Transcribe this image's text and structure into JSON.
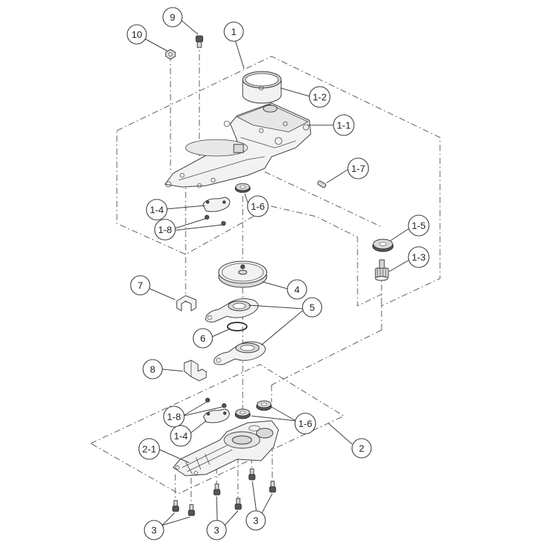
{
  "callouts": [
    {
      "id": "c1",
      "label": "1"
    },
    {
      "id": "c1-1",
      "label": "1-1"
    },
    {
      "id": "c1-2",
      "label": "1-2"
    },
    {
      "id": "c1-3",
      "label": "1-3"
    },
    {
      "id": "c1-4a",
      "label": "1-4"
    },
    {
      "id": "c1-4b",
      "label": "1-4"
    },
    {
      "id": "c1-5",
      "label": "1-5"
    },
    {
      "id": "c1-6a",
      "label": "1-6"
    },
    {
      "id": "c1-6b",
      "label": "1-6"
    },
    {
      "id": "c1-7",
      "label": "1-7"
    },
    {
      "id": "c1-8a",
      "label": "1-8"
    },
    {
      "id": "c1-8b",
      "label": "1-8"
    },
    {
      "id": "c2",
      "label": "2"
    },
    {
      "id": "c2-1",
      "label": "2-1"
    },
    {
      "id": "c3a",
      "label": "3"
    },
    {
      "id": "c3b",
      "label": "3"
    },
    {
      "id": "c3c",
      "label": "3"
    },
    {
      "id": "c4",
      "label": "4"
    },
    {
      "id": "c5",
      "label": "5"
    },
    {
      "id": "c6",
      "label": "6"
    },
    {
      "id": "c7",
      "label": "7"
    },
    {
      "id": "c8",
      "label": "8"
    },
    {
      "id": "c9",
      "label": "9"
    },
    {
      "id": "c10",
      "label": "10"
    }
  ]
}
